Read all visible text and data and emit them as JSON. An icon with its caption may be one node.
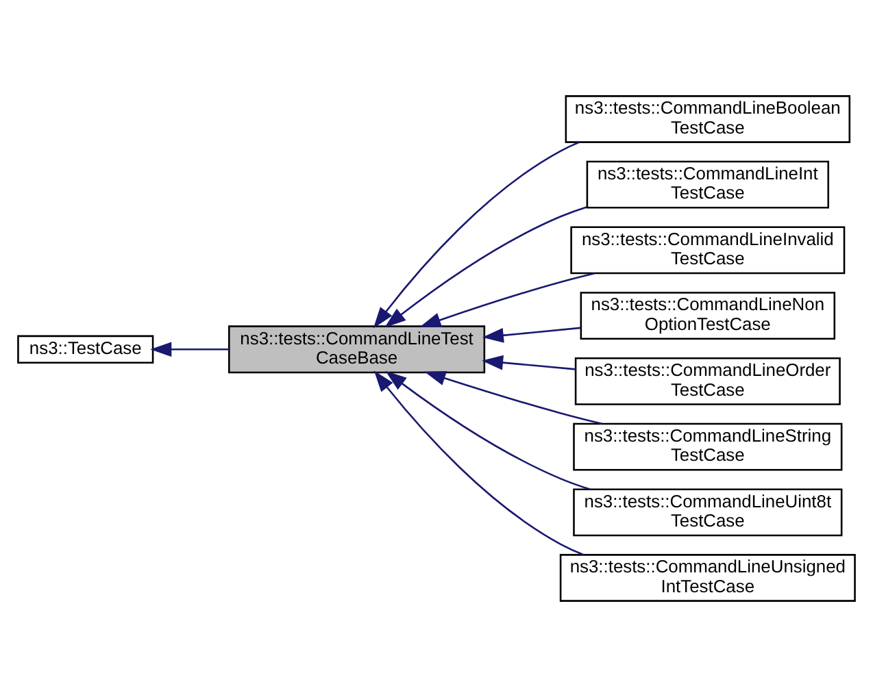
{
  "diagram": {
    "nodes": [
      {
        "text": [
          "ns3::TestCase"
        ]
      },
      {
        "text": [
          "ns3::tests::CommandLineTest CaseBase"
        ]
      },
      {
        "text": [
          "ns3::tests::CommandLineBoolean TestCase"
        ]
      },
      {
        "text": [
          "ns3::tests::CommandLineInt TestCase"
        ]
      },
      {
        "text": [
          "ns3::tests::CommandLineInvalid TestCase"
        ]
      },
      {
        "text": [
          "ns3::tests::CommandLineNon OptionTestCase"
        ]
      },
      {
        "text": [
          "ns3::tests::CommandLineOrder TestCase"
        ]
      },
      {
        "text": [
          "ns3::tests::CommandLineString TestCase"
        ]
      },
      {
        "text": [
          "ns3::tests::CommandLineUint8t TestCase"
        ]
      },
      {
        "text": [
          "ns3::tests::CommandLineUnsigned IntTestCase"
        ]
      }
    ],
    "edges": [
      {
        "from": 1,
        "to": 0,
        "arrow": "to"
      },
      {
        "from": 2,
        "to": 1,
        "arrow": "to"
      },
      {
        "from": 3,
        "to": 1,
        "arrow": "to"
      },
      {
        "from": 4,
        "to": 1,
        "arrow": "to"
      },
      {
        "from": 5,
        "to": 1,
        "arrow": "to"
      },
      {
        "from": 6,
        "to": 1,
        "arrow": "to"
      },
      {
        "from": 7,
        "to": 1,
        "arrow": "to"
      },
      {
        "from": 8,
        "to": 1,
        "arrow": "to"
      },
      {
        "from": 9,
        "to": 1,
        "arrow": "to"
      }
    ]
  }
}
